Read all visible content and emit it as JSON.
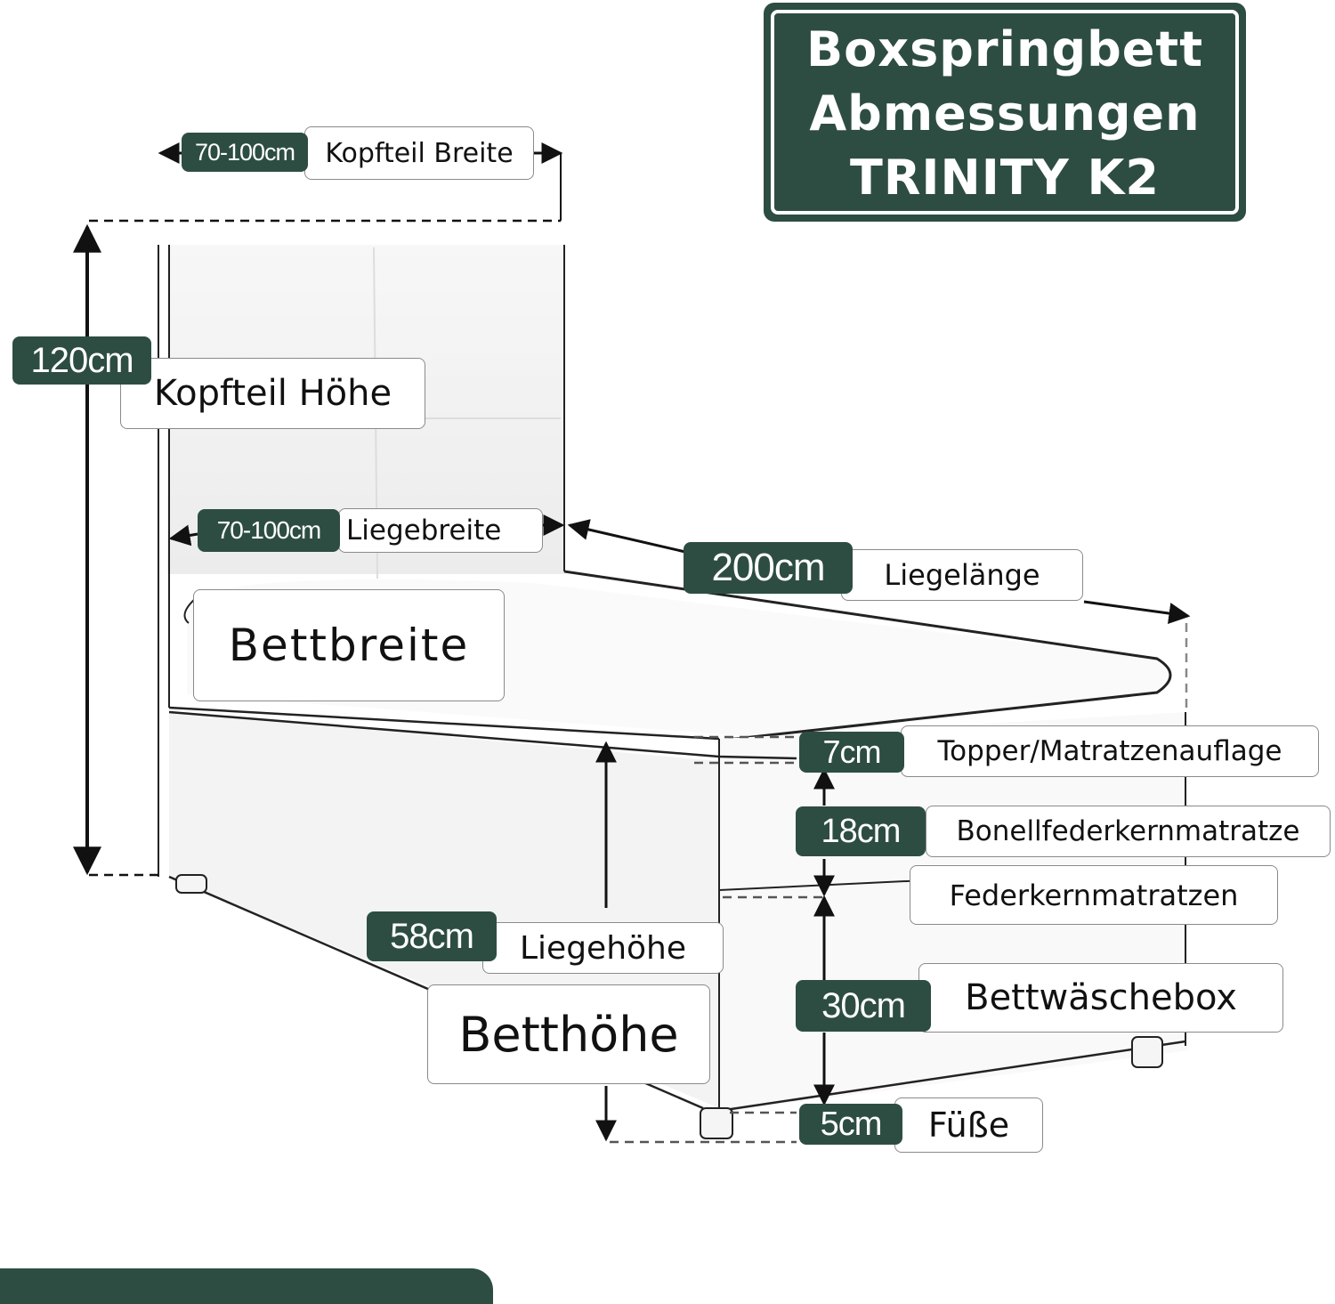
{
  "colors": {
    "accent": "#2d4d43",
    "label_bg": "#ffffff",
    "line": "#111111"
  },
  "title": {
    "lines": [
      "Boxspringbett",
      "Abmessungen",
      "TRINITY K2"
    ]
  },
  "dimensions": {
    "kopfteil_breite": {
      "value": "70-100cm",
      "label": "Kopfteil Breite"
    },
    "kopfteil_hoehe": {
      "value": "120cm",
      "label": "Kopfteil Höhe"
    },
    "liegebreite": {
      "value": "70-100cm",
      "label": "Liegebreite"
    },
    "bettbreite": {
      "label": "Bettbreite"
    },
    "liegelaenge": {
      "value": "200cm",
      "label": "Liegelänge"
    },
    "topper": {
      "value": "7cm",
      "label": "Topper/Matratzenauflage"
    },
    "matratze": {
      "value": "18cm",
      "label": "Bonellfederkernmatratze"
    },
    "federkern": {
      "label": "Federkernmatratzen"
    },
    "liegehoehe": {
      "value": "58cm",
      "label": "Liegehöhe"
    },
    "betthoehe": {
      "label": "Betthöhe"
    },
    "bettwaeschebox": {
      "value": "30cm",
      "label": "Bettwäschebox"
    },
    "fuesse": {
      "value": "5cm",
      "label": "Füße"
    }
  }
}
